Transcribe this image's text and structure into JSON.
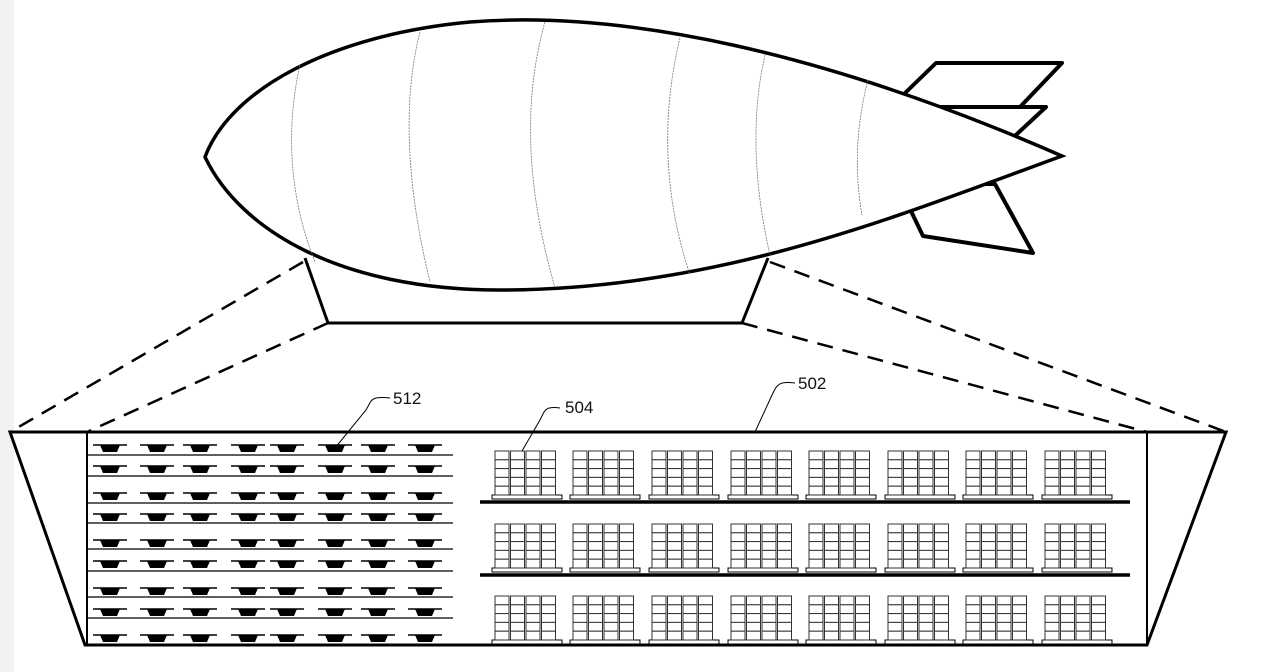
{
  "figure": {
    "reference_numerals": {
      "drone_label": "512",
      "pallet_label": "504",
      "fulfillment_center_label": "502"
    },
    "drone_grid": {
      "rows": 9,
      "columns": 8
    },
    "pallet_grid": {
      "rows": 3,
      "columns": 8
    },
    "colors": {
      "line": "#000000",
      "background": "#ffffff"
    }
  }
}
